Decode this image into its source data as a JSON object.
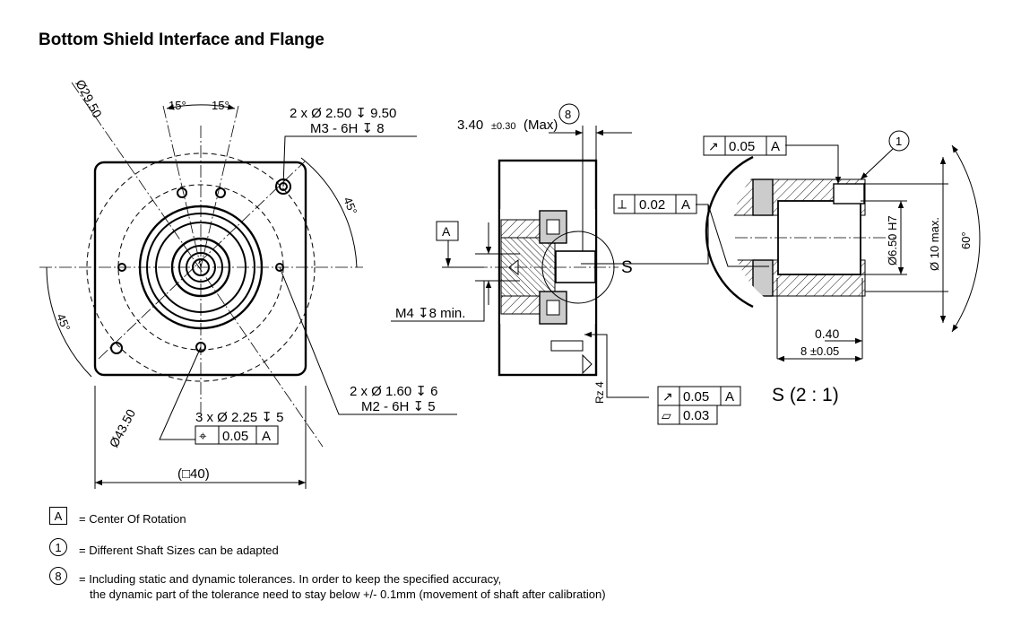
{
  "title": "Bottom Shield Interface and Flange",
  "front_view": {
    "dia_outer": "Ø29.50",
    "dia_bolt": "Ø43.50",
    "angle_top_left": "15°",
    "angle_top_right": "15°",
    "angle_right": "45°",
    "angle_left": "45°",
    "hole_note_top_1": "2 x Ø 2.50 ↧ 9.50",
    "hole_note_top_2": "M3 - 6H ↧ 8",
    "hole_note_bottom_1": "2 x Ø 1.60 ↧ 6",
    "hole_note_bottom_2": "M2 - 6H ↧ 5",
    "hole_note_3x": "3 x Ø 2.25 ↧ 5",
    "position_tol_symbol": "⌖",
    "position_tol_value": "0.05",
    "position_tol_datum": "A",
    "square_size": "(□40)"
  },
  "section_view": {
    "gap_dim": "3.40",
    "gap_tol": "±0.30",
    "gap_suffix": "(Max)",
    "gap_note_ref": "8",
    "datum_label": "A",
    "thread_note": "M4 ↧8 min.",
    "perp_symbol": "⟂",
    "perp_value": "0.02",
    "perp_datum": "A",
    "detail_marker": "S",
    "roughness": "Rz 4",
    "runout_symbol": "↗",
    "runout_value": "0.05",
    "runout_datum": "A",
    "flat_symbol": "▱",
    "flat_value": "0.03"
  },
  "detail_view": {
    "runout_symbol": "↗",
    "runout_value": "0.05",
    "runout_datum": "A",
    "note_ref": "1",
    "bore_dia": "Ø6.50 H7",
    "max_dia": "Ø 10 max.",
    "angle": "60°",
    "depth_small": "0.40",
    "depth": "8 ±0.05",
    "scale_label": "S (2 : 1)"
  },
  "legend": [
    {
      "symbol": "A",
      "shape": "box",
      "text": "= Center Of Rotation"
    },
    {
      "symbol": "1",
      "shape": "circle",
      "text": "= Different Shaft Sizes can be adapted"
    },
    {
      "symbol": "8",
      "shape": "circle",
      "text": "= Including static and dynamic tolerances. In order to keep the specified accuracy,",
      "text2": "the dynamic part of the tolerance need to stay below +/- 0.1mm (movement of shaft after calibration)"
    }
  ]
}
